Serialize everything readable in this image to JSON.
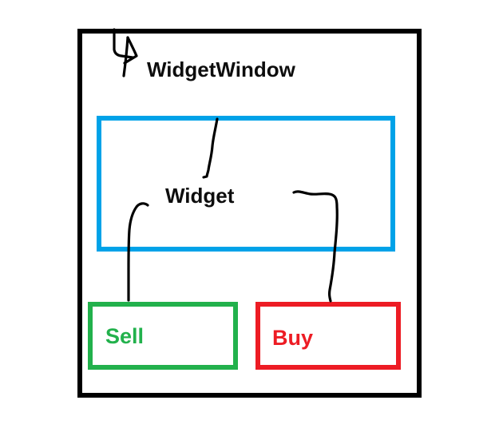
{
  "diagram": {
    "window_label": "WidgetWindow",
    "widget_label": "Widget",
    "sell_label": "Sell",
    "buy_label": "Buy",
    "colors": {
      "window_outline": "#000000",
      "widget_outline": "#00A2E8",
      "sell_outline": "#22B14C",
      "buy_outline": "#ED1C24",
      "sell_text": "#22B14C",
      "buy_text": "#ED1C24",
      "ink": "#000000",
      "background": "#ffffff"
    },
    "annotations": [
      "hand-drawn cursor arrow pointing from window top border to WidgetWindow label",
      "hand-drawn line from widget box top edge down toward Widget label",
      "hand-drawn line from left of Widget label down to Sell box",
      "hand-drawn line from right of Widget label down to Buy box"
    ]
  }
}
